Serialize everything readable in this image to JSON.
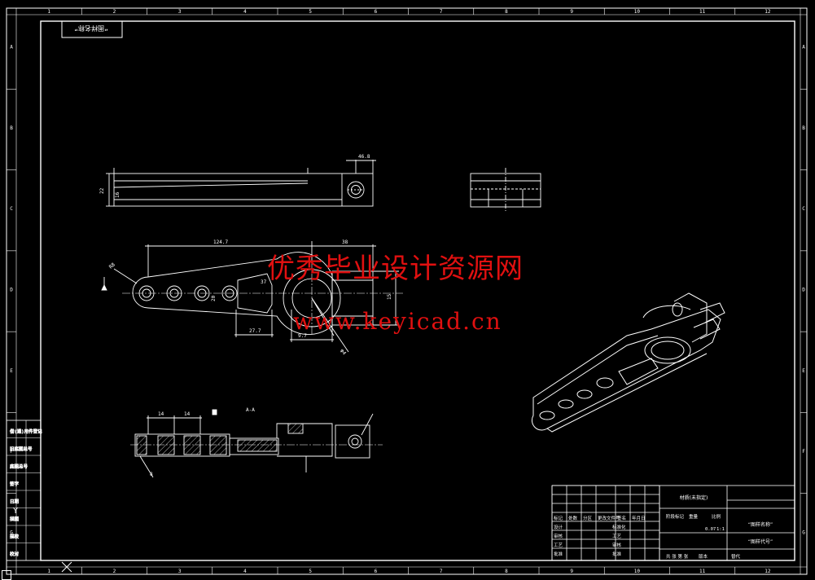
{
  "drawing": {
    "title_tag": "“图样名称”",
    "dims": {
      "total_length": "124.7",
      "head_width": "38",
      "top_width": "46.8",
      "side_h1": "22",
      "side_h2": "16",
      "r_label": "R8",
      "hole_spacing": "27.7",
      "slot": "9.7",
      "d1": "20",
      "d2": "15",
      "d3": "16",
      "d4": "9",
      "angle1": "37",
      "angle2": "41",
      "bottom_d1": "14",
      "bottom_d2": "14",
      "section_label": "A-A",
      "small_r": "8",
      "phi": "φ4"
    },
    "zone_cols": [
      "1",
      "2",
      "3",
      "4",
      "5",
      "6",
      "7",
      "8",
      "9",
      "10",
      "11",
      "12"
    ],
    "zone_rows": [
      "A",
      "B",
      "C",
      "D",
      "E",
      "F",
      "G"
    ]
  },
  "watermark": {
    "text_cn": "优秀毕业设计资源网",
    "text_url": "www.keyicad.cn"
  },
  "left_strip": [
    "借(通)用件登记",
    "旧底图总号",
    "底图总号",
    "签字",
    "日期",
    "描图",
    "描校",
    "校对"
  ],
  "title_block": {
    "material": "材质(未指定)",
    "drawing_name": "“图样名称”",
    "drawing_code": "“图样代号”",
    "headers": [
      "标记",
      "处数",
      "分区",
      "更改文件号",
      "签名",
      "年月日"
    ],
    "stage_headers": [
      "阶段标记",
      "重量",
      "比例"
    ],
    "weight": "0.07",
    "scale": "1:1",
    "roles": [
      "设计",
      "审核",
      "工艺",
      "批准"
    ],
    "roles2": [
      "标准化",
      "工艺",
      "审核",
      "批准"
    ],
    "sheet_text": "共  张  第  张",
    "version": "版本",
    "replace": "替代"
  }
}
